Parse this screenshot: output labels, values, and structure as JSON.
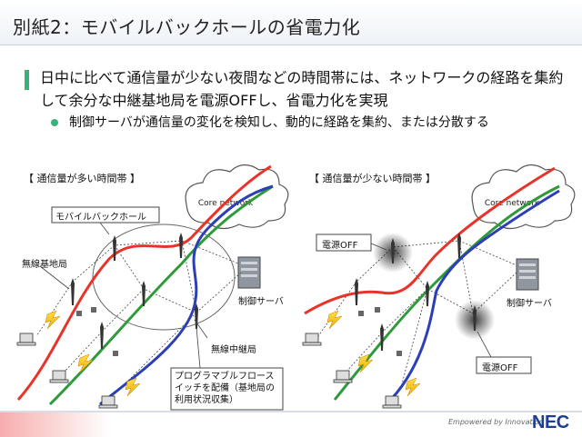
{
  "title": "別紙2：モバイルバックホールの省電力化",
  "main_bullet": "日中に比べて通信量が少ない夜間などの時間帯には、ネットワークの経路を集約して余分な中継基地局を電源OFFし、省電力化を実現",
  "sub_bullet": "制御サーバが通信量の変化を検知し、動的に経路を集約、または分散する",
  "left_panel": {
    "label": "【 通信量が多い時間帯 】",
    "backhaul_label": "モバイルバックホール",
    "base_station_label": "無線基地局",
    "relay_label": "無線中継局",
    "server_label": "制御サーバ",
    "callout": "プログラマブルフロースイッチを配備（基地局の利用状況収集）",
    "cloud": "Core network"
  },
  "right_panel": {
    "label": "【 通信量が少ない時間帯 】",
    "power_off_1": "電源OFF",
    "power_off_2": "電源OFF",
    "server_label": "制御サーバ",
    "cloud": "Core network"
  },
  "footer": {
    "tagline": "Empowered by Innovation",
    "logo": "NEC"
  },
  "colors": {
    "red": "#e8332b",
    "green": "#2e9a3a",
    "blue": "#2c3fb6",
    "accent": "#3bb07a"
  }
}
